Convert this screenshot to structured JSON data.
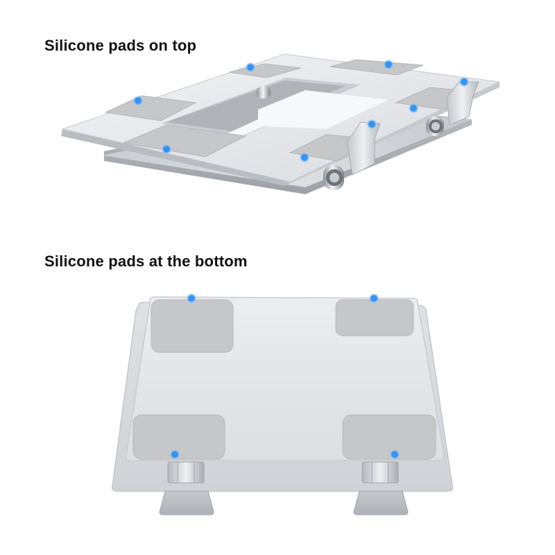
{
  "headings": {
    "top": "Silicone pads on top",
    "bottom": "Silicone pads at the bottom"
  },
  "colors": {
    "aluminum_light": "#e9ebee",
    "aluminum_mid": "#d3d6da",
    "aluminum_dark": "#aeb2b8",
    "pad": "#c6c7c9",
    "pad_edge": "#b4b5b8",
    "marker": "#2f8ff0",
    "marker_glow": "#9fcdfb"
  },
  "illustrations": {
    "top": {
      "subject": "laptop stand, angled view",
      "pad_count": 6
    },
    "bottom": {
      "subject": "laptop stand, underside view",
      "pad_count": 4
    }
  }
}
